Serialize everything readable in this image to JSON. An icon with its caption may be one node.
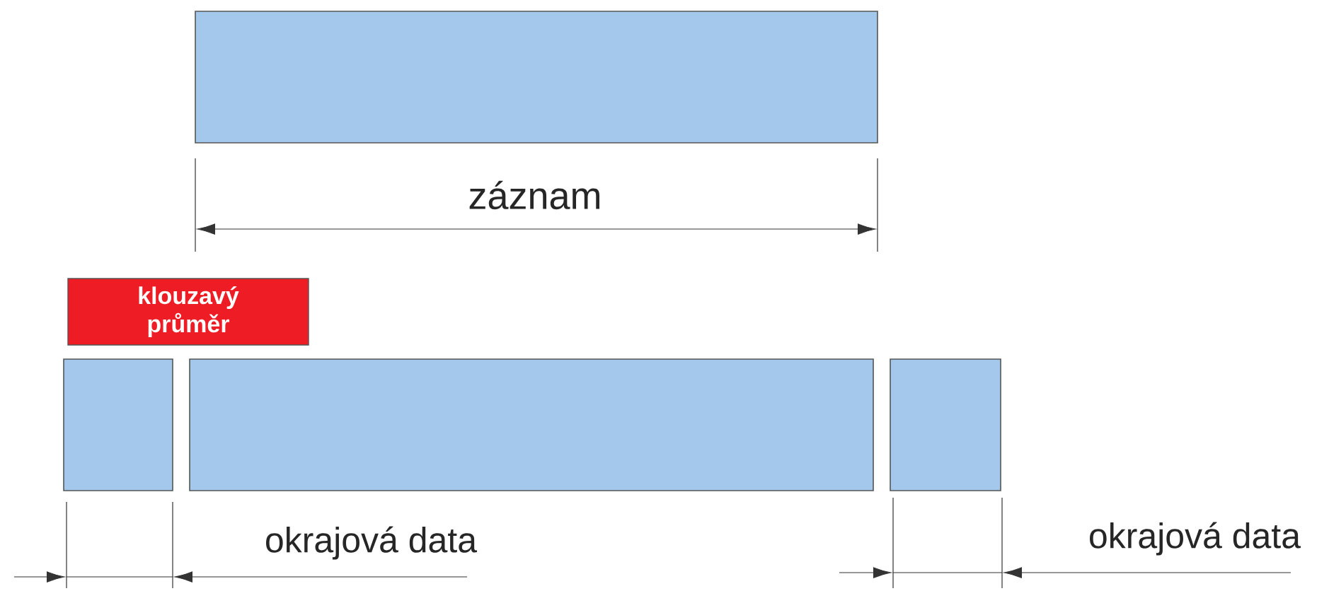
{
  "diagram": {
    "nodes": [
      {
        "text": [],
        "shape": "box"
      },
      {
        "text": [
          "klouzavý průměr"
        ]
      },
      {
        "text": [],
        "shape": "box"
      },
      {
        "text": [],
        "shape": "box"
      },
      {
        "text": [],
        "shape": "box"
      }
    ],
    "labels": [
      "záznam",
      "okrajová data",
      "okrajová data"
    ]
  }
}
